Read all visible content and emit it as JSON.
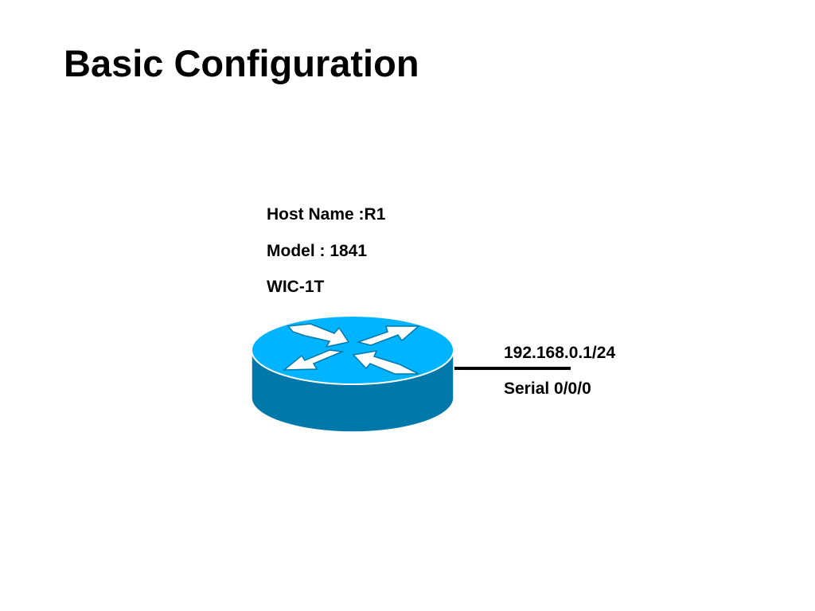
{
  "slide": {
    "title": "Basic Configuration"
  },
  "router": {
    "info": [
      "Host Name :R1",
      "Model : 1841",
      "WIC-1T"
    ],
    "icon": "router-icon",
    "colors": {
      "top": "#00b4ff",
      "body": "#0078aa",
      "arrows": "#ffffff",
      "outline": "#ffffff"
    }
  },
  "interface": {
    "ip": "192.168.0.1/24",
    "name": "Serial 0/0/0",
    "link_color": "#000000"
  }
}
